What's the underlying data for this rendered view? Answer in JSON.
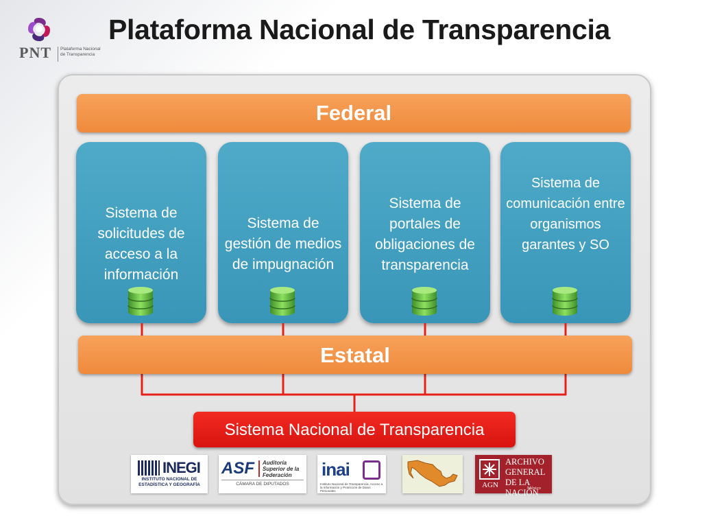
{
  "header": {
    "title": "Plataforma Nacional de Transparencia",
    "logo_abbr": "PNT",
    "logo_subtitle": "Plataforma Nacional de Transparencia"
  },
  "diagram": {
    "federal_label": "Federal",
    "estatal_label": "Estatal",
    "national_system_label": "Sistema Nacional de Transparencia",
    "systems": [
      {
        "label": "Sistema de solicitudes de acceso a la información",
        "icon": "database-icon"
      },
      {
        "label": "Sistema de gestión de medios de impugnación",
        "icon": "database-icon"
      },
      {
        "label": "Sistema de portales de obligaciones de transparencia",
        "icon": "database-icon"
      },
      {
        "label": "Sistema de comunicación entre organismos garantes y SO",
        "icon": "database-icon"
      }
    ]
  },
  "partner_logos": {
    "inegi": {
      "name": "INEGI",
      "subtitle": "INSTITUTO NACIONAL DE ESTADÍSTICA Y GEOGRAFÍA"
    },
    "asf": {
      "name": "ASF",
      "subtitle": "Auditoría Superior de la Federación",
      "footer": "CÁMARA DE DIPUTADOS"
    },
    "inai": {
      "name": "inai",
      "subtitle": "Instituto Nacional de Transparencia, Acceso a la Información y Protección de Datos Personales"
    },
    "mexico_map": {
      "name": "mexico-map-icon"
    },
    "agn": {
      "abbr": "AGN",
      "name": "ARCHIVO GENERAL DE LA NACIÓN",
      "country": "México"
    }
  },
  "colors": {
    "bar_orange": "#ef8a3c",
    "card_blue": "#3996b8",
    "connector_red": "#e8201a",
    "db_green": "#6cc24a"
  }
}
